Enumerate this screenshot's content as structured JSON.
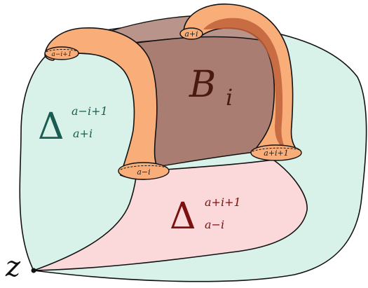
{
  "colors": {
    "teal_fill": "#d8f2ea",
    "pink_fill": "#fbd9da",
    "brown_fill": "#a97d72",
    "brown_light": "#b8948a",
    "tube_fill": "#f9ae7a",
    "tube_dark": "#c0603a",
    "delta_teal": "#1a5c4f",
    "delta_red": "#7a1010",
    "b_label": "#4a1a12"
  },
  "labels": {
    "z": "z",
    "b": "B",
    "b_sub": "i",
    "delta_left": {
      "symbol": "Δ",
      "sup": "a−i+1",
      "sub": "a+i"
    },
    "delta_right": {
      "symbol": "Δ",
      "sup": "a+i+1",
      "sub": "a−i"
    },
    "tube_ends": {
      "left_top": "a−i+1",
      "right_top": "a+i",
      "left_bottom": "a−i",
      "right_bottom": "a+i+1"
    }
  }
}
